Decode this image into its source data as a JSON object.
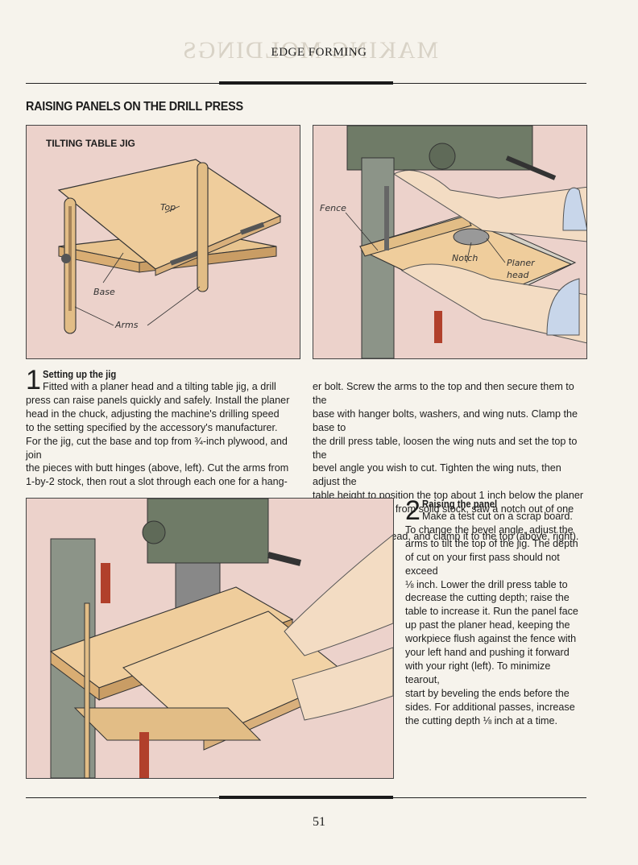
{
  "running_head": "EDGE FORMING",
  "section_title": "RAISING PANELS ON THE DRILL PRESS",
  "figure_left": {
    "title": "TILTING TABLE JIG",
    "labels": {
      "top": "Top",
      "base": "Base",
      "arms": "Arms"
    }
  },
  "figure_right": {
    "labels": {
      "fence": "Fence",
      "notch": "Notch",
      "planer_head_1": "Planer",
      "planer_head_2": "head"
    }
  },
  "step1": {
    "number": "1",
    "heading": "Setting up the jig",
    "lines_left": [
      "Fitted with a planer head and a tilting table jig, a drill",
      "press can raise panels quickly and safely. Install the planer",
      "head in the chuck, adjusting the machine's drilling speed",
      "to the setting specified by the accessory's manufacturer.",
      "For the jig, cut the base and top from ¾-inch plywood, and join",
      "the pieces with butt hinges (above, left). Cut the arms from",
      "1-by-2 stock, then rout a slot through each one for a hang-"
    ],
    "lines_right": [
      "er bolt. Screw the arms to the top and then secure them to the",
      "base with hanger bolts, washers, and wing nuts. Clamp the base to",
      "the drill press table, loosen the wing nuts and set the top to the",
      "bevel angle you wish to cut. Tighten the wing nuts, then adjust the",
      "table height to position the top about 1 inch below the planer",
      "head. Cut a fence from solid stock, saw a notch out of one edge to",
      "clear the planer head, and clamp it to the top (above, right)."
    ]
  },
  "step2": {
    "number": "2",
    "heading": "Raising the panel",
    "lines": [
      "Make a test cut on a scrap board.",
      "To change the bevel angle, adjust the",
      "arms to tilt the top of the jig. The depth",
      "of cut on your first pass should not exceed",
      "⅛ inch. Lower the drill press table to",
      "decrease the cutting depth; raise the",
      "table to increase it. Run the panel face",
      "up past the planer head, keeping the",
      "workpiece flush against the fence with",
      "your left hand and pushing it forward",
      "with your right (left). To minimize tearout,",
      "start by beveling the ends before the",
      "sides. For additional passes, increase",
      "the cutting depth ⅛ inch at a time."
    ]
  },
  "page_number": "51",
  "colors": {
    "panel_pink": "#ecd2cb",
    "wood": "#e9c99a",
    "machine_green": "#6f7b67",
    "paper": "#f6f3ec"
  }
}
